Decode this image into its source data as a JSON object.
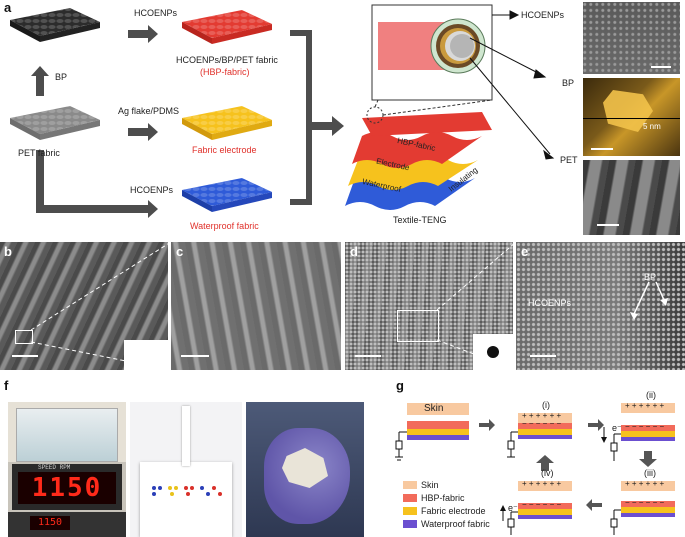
{
  "panels": {
    "a": "a",
    "b": "b",
    "c": "c",
    "d": "d",
    "e": "e",
    "f": "f",
    "g": "g"
  },
  "panel_a": {
    "arrow_top": "HCOENPs",
    "arrow_up": "BP",
    "arrow_mid": "Ag flake/PDMS",
    "arrow_bottom": "HCOENPs",
    "fabric_hbp_line1": "HCOENPs/BP/PET fabric",
    "fabric_hbp_line2": "(HBP-fabric)",
    "fabric_pet": "PET fabric",
    "fabric_electrode": "Fabric electrode",
    "fabric_waterproof": "Waterproof fabric",
    "teng_label": "Textile-TENG",
    "layer_hbp": "HBP-fabric",
    "layer_electrode": "Electrode",
    "layer_waterproof": "Waterproof",
    "layer_insulating": "Insulating",
    "callout_hcoenps": "HCOENPs",
    "callout_bp": "BP",
    "callout_pet": "PET",
    "afm_value": "5 nm"
  },
  "panel_e": {
    "label_bp": "BP",
    "label_hcoenps": "HCOENPs"
  },
  "panel_f": {
    "display_big": "1150",
    "display_small": "1150",
    "speed_label": "SPEED RPM"
  },
  "panel_g": {
    "skin": "Skin",
    "step_i": "(i)",
    "step_ii": "(ii)",
    "step_iii": "(iii)",
    "step_iv": "(iv)",
    "electron": "e⁻",
    "plus_row": "+ + + + + +",
    "minus_row": "− − − − − −",
    "legend": [
      "Skin",
      "HBP-fabric",
      "Fabric electrode",
      "Waterproof fabric"
    ],
    "colors": {
      "skin": "#f8c9a0",
      "hbp": "#f26b5b",
      "electrode": "#f6c21d",
      "waterproof": "#6b4fd0"
    }
  }
}
